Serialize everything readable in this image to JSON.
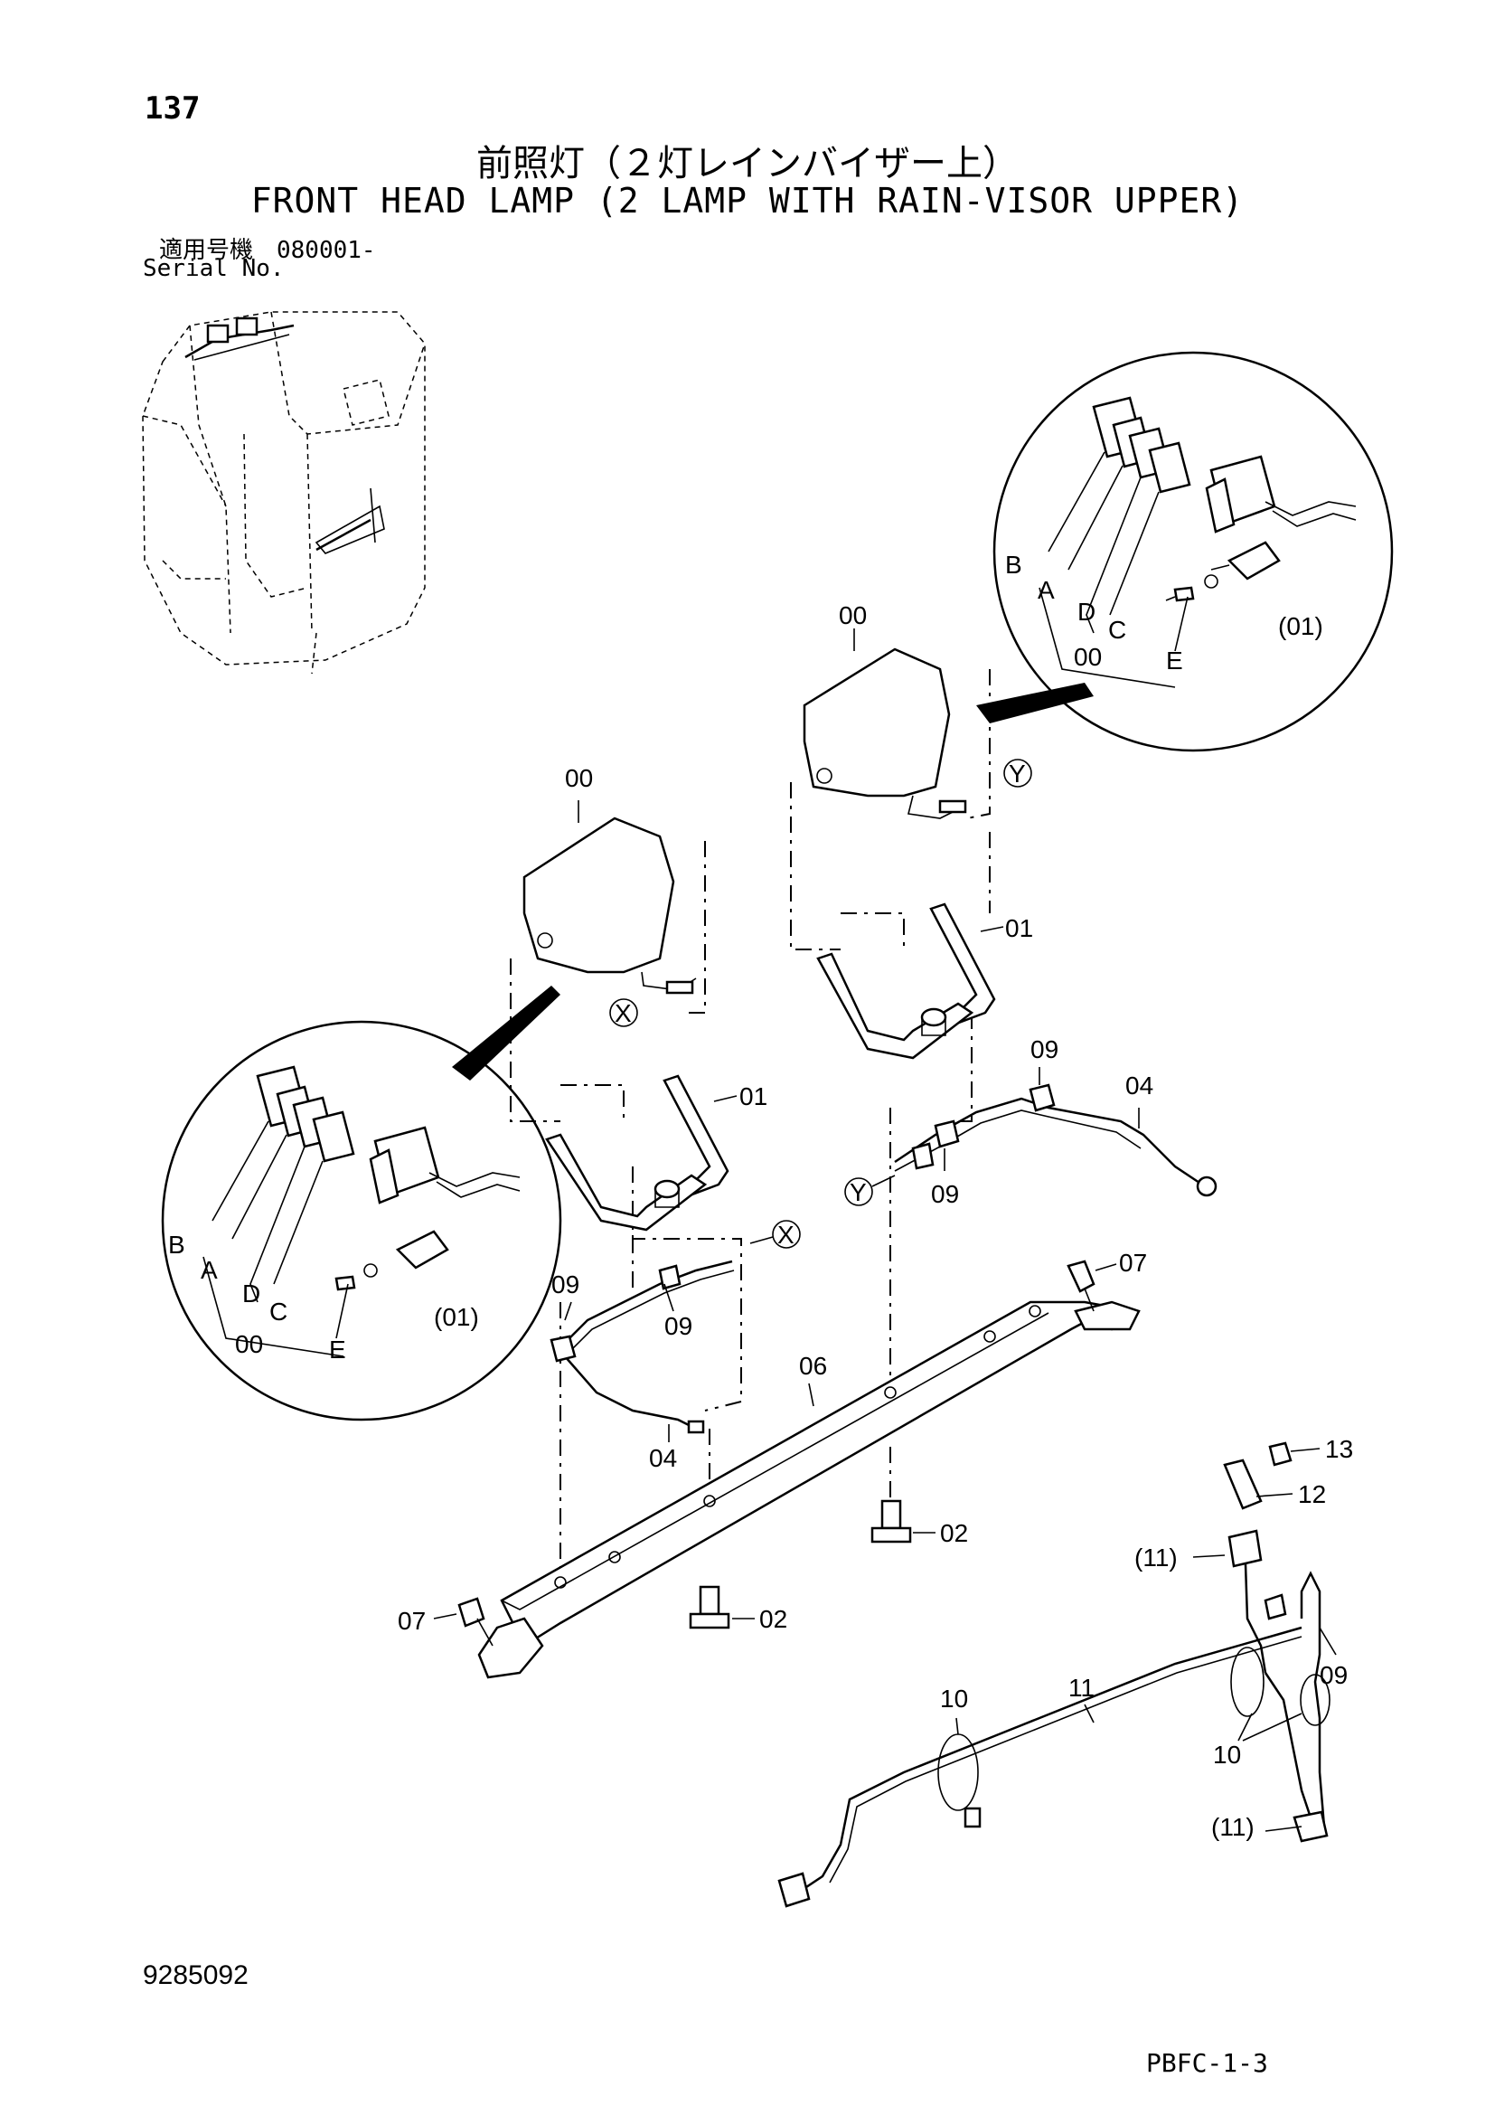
{
  "header": {
    "page_number": "137",
    "title_jp": "前照灯（２灯レインバイザー上）",
    "title_en": "FRONT HEAD LAMP (2 LAMP WITH RAIN-VISOR UPPER)",
    "serial_label_jp": "適用号機　080001-",
    "serial_label_en": "Serial No."
  },
  "footer": {
    "document_number": "9285092",
    "figure_code": "PBFC-1-3"
  },
  "callouts": {
    "lamp_left": "00",
    "lamp_right": "00",
    "bracket_left": "01",
    "bracket_right": "01",
    "bolt_mid": "02",
    "bolt_low": "02",
    "harness_left": "04",
    "harness_right": "04",
    "bar": "06",
    "bolt_07_right": "07",
    "bolt_07_left": "07",
    "clip_09_a": "09",
    "clip_09_b": "09",
    "clip_09_c": "09",
    "clip_09_d": "09",
    "clip_09_e": "09",
    "tie_10_a": "10",
    "tie_10_b": "10",
    "harness_11": "11",
    "harness_11_ref_a": "(11)",
    "harness_11_ref_b": "(11)",
    "relay_12": "12",
    "screw_13": "13",
    "ref_x_a": "X",
    "ref_x_b": "X",
    "ref_y_a": "Y",
    "ref_y_b": "Y"
  },
  "detail_right": {
    "b": "B",
    "a": "A",
    "d": "D",
    "c": "C",
    "n00": "00",
    "e": "E",
    "ref01": "(01)"
  },
  "detail_left": {
    "b": "B",
    "a": "A",
    "d": "D",
    "c": "C",
    "n00": "00",
    "e": "E",
    "ref01": "(01)"
  }
}
